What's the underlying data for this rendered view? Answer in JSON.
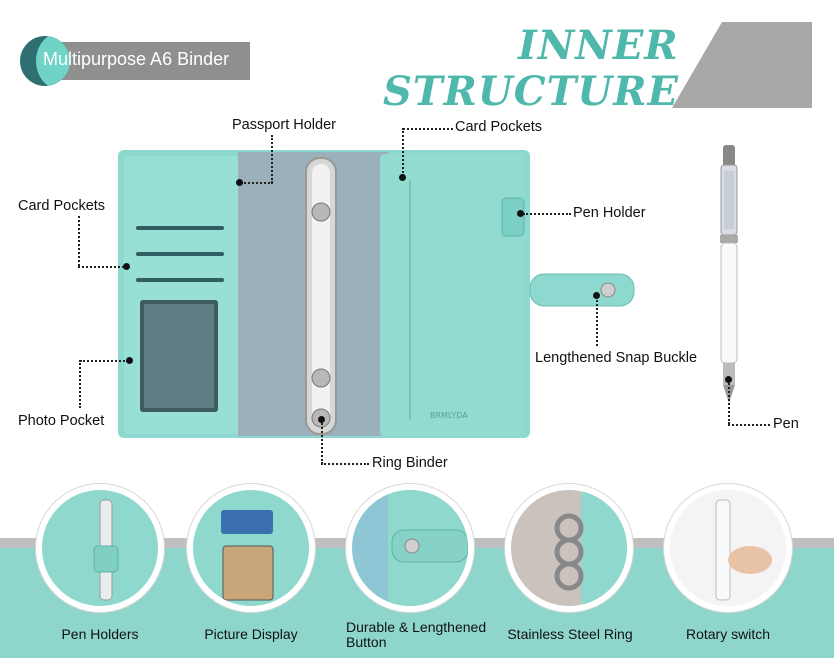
{
  "header": {
    "badge_text": "Multipurpose A6 Binder",
    "title_line1": "INNER",
    "title_line2": "STRUCTURE"
  },
  "callouts": {
    "passport_holder": "Passport Holder",
    "card_pockets_right": "Card Pockets",
    "card_pockets_left": "Card Pockets",
    "pen_holder": "Pen Holder",
    "snap_buckle": "Lengthened Snap Buckle",
    "photo_pocket": "Photo Pocket",
    "ring_binder": "Ring Binder",
    "pen": "Pen"
  },
  "binder": {
    "brand_text": "BRMLYDA"
  },
  "features": [
    {
      "label": "Pen Holders"
    },
    {
      "label": "Picture Display"
    },
    {
      "label": "Durable & Lengthened\nButton"
    },
    {
      "label": "Stainless Steel Ring"
    },
    {
      "label": "Rotary switch"
    }
  ],
  "colors": {
    "teal": "#8ed6cc",
    "title": "#4fb8ac",
    "gray_pocket": "#9aa9b4"
  }
}
